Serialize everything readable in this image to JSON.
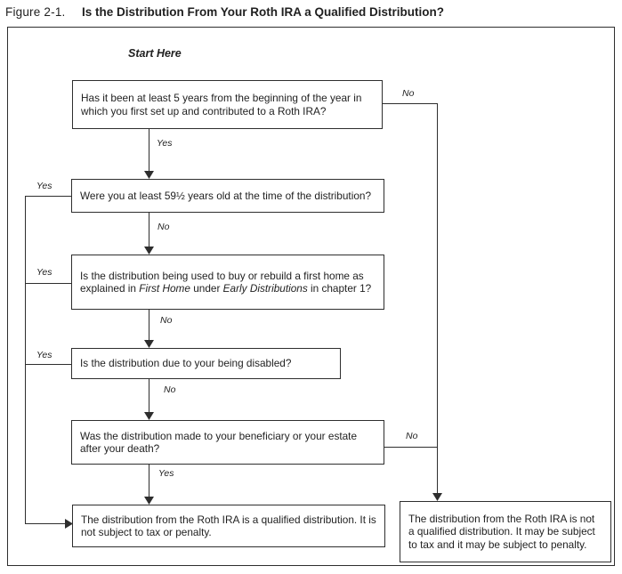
{
  "title": {
    "figure_label": "Figure 2-1.",
    "text": "Is the Distribution From Your Roth IRA a Qualified Distribution?"
  },
  "start_label": "Start Here",
  "nodes": {
    "q1": {
      "text": "Has it been at least 5 years from the beginning of the year in which you first set up and contributed to a Roth IRA?"
    },
    "q2": {
      "text": "Were you at least 59½ years old at the time of the distribution?"
    },
    "q3": {
      "part1": "Is the distribution being used to buy or rebuild a first home as explained in ",
      "italic1": "First Home",
      "part2": " under ",
      "italic2": "Early Distributions",
      "part3": " in chapter 1?"
    },
    "q4": {
      "text": "Is the distribution due to your being disabled?"
    },
    "q5": {
      "text": "Was the distribution made to your beneficiary or your estate after your death?"
    },
    "end_qualified": {
      "text": "The distribution from the Roth IRA is a qualified distribution. It is not subject to tax or penalty."
    },
    "end_not_qualified": {
      "text": "The distribution from the Roth IRA is not a qualified distribution. It may be subject to tax and it may be subject to penalty."
    }
  },
  "labels": {
    "q1_yes": "Yes",
    "q1_no": "No",
    "q2_yes": "Yes",
    "q2_no": "No",
    "q3_yes": "Yes",
    "q3_no": "No",
    "q4_yes": "Yes",
    "q4_no": "No",
    "q5_yes": "Yes",
    "q5_no": "No"
  },
  "colors": {
    "line": "#2e2e2e",
    "text": "#1f1f1f",
    "background": "#ffffff"
  }
}
